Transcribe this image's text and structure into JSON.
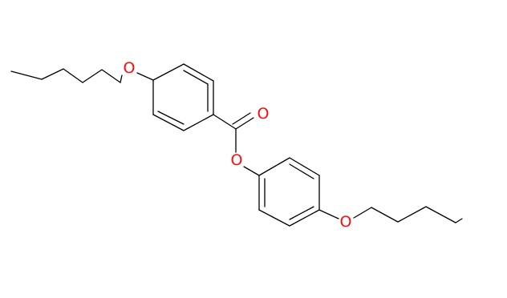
{
  "molecule": {
    "atoms": {
      "left_ether_oxygen": "O",
      "carbonyl_oxygen": "O",
      "ester_oxygen": "O",
      "right_ether_oxygen": "O"
    },
    "colors": {
      "bond": "#000000",
      "oxygen": "#ff0d0d"
    }
  }
}
